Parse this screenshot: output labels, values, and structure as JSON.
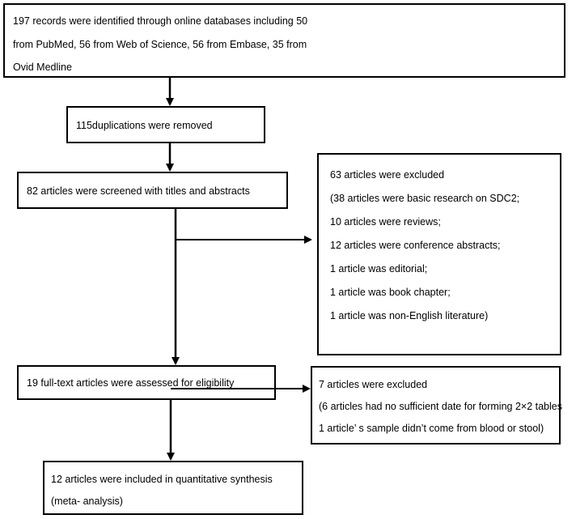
{
  "boxes": {
    "records_identified": {
      "lines": [
        "197 records were identified through online databases including 50",
        "from PubMed, 56 from Web of Science, 56 from Embase, 35 from",
        "Ovid Medline"
      ]
    },
    "duplicates_removed": {
      "lines": [
        "115duplications were removed"
      ]
    },
    "screened": {
      "lines": [
        "82 articles were screened with titles and abstracts"
      ]
    },
    "excluded_screening": {
      "lines": [
        "63 articles were excluded",
        "(38 articles were basic research on SDC2;",
        "10 articles were reviews;",
        "12 articles were conference abstracts;",
        "1 article was editorial;",
        "1 article was book chapter;",
        "1 article was non-English literature)"
      ]
    },
    "full_text_assessed": {
      "lines": [
        "19 full-text articles were assessed for eligibility"
      ]
    },
    "excluded_full_text": {
      "lines": [
        "7 articles were excluded",
        "(6 articles had no sufficient date for forming 2×2 tables",
        " 1 article’ s sample didn’t come from blood or stool)"
      ]
    },
    "included": {
      "lines": [
        "12 articles were included in quantitative synthesis",
        "(meta- analysis)"
      ]
    }
  }
}
